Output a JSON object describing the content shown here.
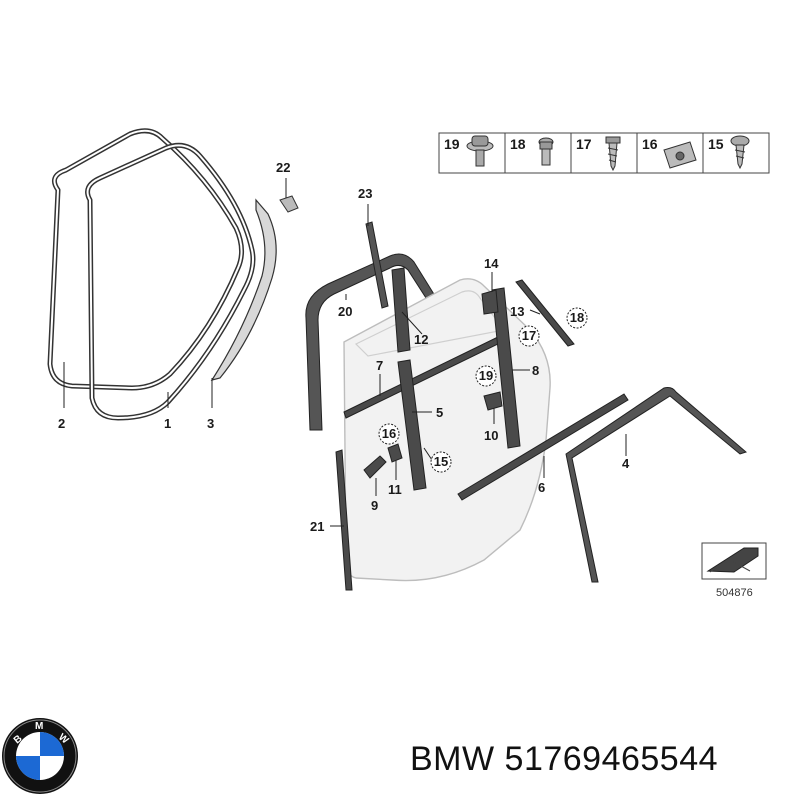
{
  "hardware_table": [
    {
      "label": "19",
      "icon": "flange-bolt-icon"
    },
    {
      "label": "18",
      "icon": "hex-screw-icon"
    },
    {
      "label": "17",
      "icon": "tapping-screw-icon"
    },
    {
      "label": "16",
      "icon": "nut-clip-icon"
    },
    {
      "label": "15",
      "icon": "pan-screw-icon"
    }
  ],
  "callouts": {
    "c1": "1",
    "c2": "2",
    "c3": "3",
    "c4": "4",
    "c5": "5",
    "c6": "6",
    "c7": "7",
    "c8": "8",
    "c9": "9",
    "c10": "10",
    "c11": "11",
    "c12": "12",
    "c13": "13",
    "c14": "14",
    "c20": "20",
    "c21": "21",
    "c22": "22",
    "c23": "23",
    "r15": "15",
    "r16": "16",
    "r17": "17",
    "r18": "18",
    "r19": "19"
  },
  "diagram_id": "504876",
  "caption": "BMW 51769465544",
  "logo": {
    "name": "bmw-roundel",
    "letters": "BMW",
    "colors": {
      "blue": "#1c69d4",
      "black": "#111111",
      "white": "#ffffff"
    }
  }
}
